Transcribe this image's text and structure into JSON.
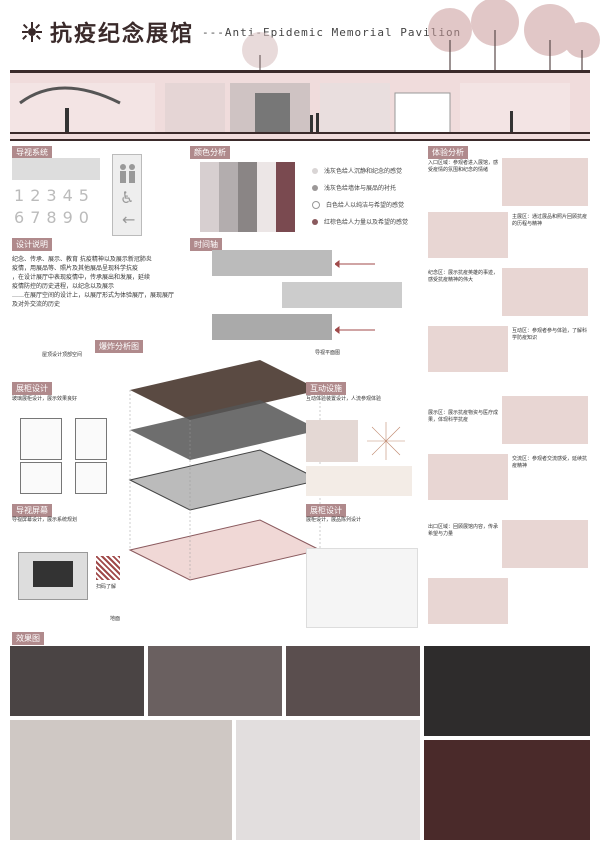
{
  "title": {
    "cn": "抗疫纪念展馆",
    "en": "---Anti-Epidemic Memorial Pavilion"
  },
  "sections": {
    "guide": "导视系统",
    "color": "颜色分析",
    "design": "设计说明",
    "timeline": "时间轴",
    "layers": "爆炸分析图",
    "showcase": "展柜设计",
    "interactive": "互动设施",
    "screen": "导视屏幕",
    "cabinet": "展柜设计",
    "experience": "体验分析",
    "effect": "效果图"
  },
  "guide_numbers": [
    "1",
    "2",
    "3",
    "4",
    "5",
    "6",
    "7",
    "8",
    "9",
    "0"
  ],
  "color_items": [
    {
      "label": "浅灰色给人沉静和纪念的感觉",
      "color": "#d9d5d5"
    },
    {
      "label": "浅灰色给墙体与展品的衬托",
      "color": "#9c9898"
    },
    {
      "label": "白色给人以纯洁与希望的感觉",
      "color": "#ffffff"
    },
    {
      "label": "红棕色给人力量以及希望的感觉",
      "color": "#8a5a5e"
    }
  ],
  "swatches": [
    "#d7cfd0",
    "#b3adae",
    "#8a8585",
    "#ece6e6",
    "#7a4a50"
  ],
  "design_text": [
    "纪念、传承、展示、教育 抗疫精神以及展示新冠肺炎",
    "疫情，用展品等、照片及其他展品呈现科学抗疫",
    "，在设计展厅中表现疫情中，传承展出和发展，延续",
    "疫情防控的历史进程，以纪念以及展示",
    "……在展厅空间的设计上，以展厅形式为体验展厅，展现展厅",
    "及对外交流的历史"
  ],
  "layer_labels": {
    "roof": "屋顶设计顶部空间",
    "floor_note": "导视平面图",
    "ground": "地面"
  },
  "callouts": {
    "showcase": "玻璃展柜设计，展示效果良好",
    "interactive": "互动体验装置设计，人流参观体验",
    "screen": "导视屏幕设计，展示系统规划",
    "cabinet": "展柜设计，展品陈列设计"
  },
  "experience_notes": [
    "入口区域：参观者进入展馆，感受疫情的氛围和纪念的情绪",
    "主展区：通过展品和照片回顾抗疫的历程与精神",
    "纪念区：展示抗疫英雄的事迹，感受抗疫精神的伟大",
    "互动区：参观者参与体验，了解科学防疫知识",
    "展示区：展示抗疫物资与医疗成果，体现科学抗疫",
    "交流区：参观者交流感受，延续抗疫精神",
    "出口区域：回顾展馆内容，传承希望与力量"
  ],
  "qr_label": "扫码了解"
}
